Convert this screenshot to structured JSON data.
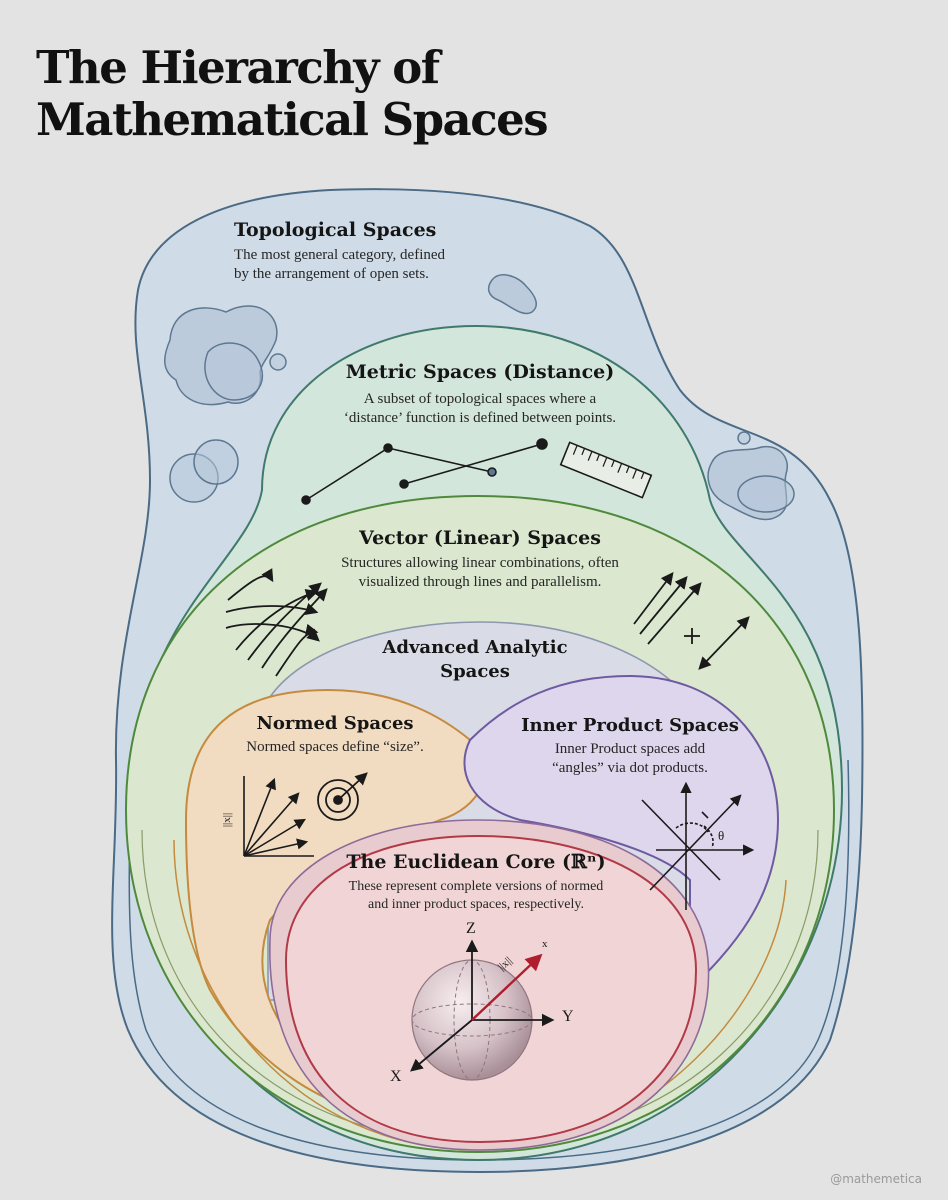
{
  "title": {
    "line1": "The Hierarchy of",
    "line2": "Mathematical Spaces"
  },
  "regions": {
    "topological": {
      "heading": "Topological Spaces",
      "desc1": "The most general category, defined",
      "desc2": "by the arrangement of open sets.",
      "color": "#4a6a85",
      "fill": "#cfdce8"
    },
    "metric": {
      "heading": "Metric Spaces (Distance)",
      "desc1": "A subset of topological spaces where a",
      "desc2": "‘distance’ function is defined between points.",
      "color": "#3f7a6a",
      "fill": "#d3e6dc"
    },
    "vector": {
      "heading": "Vector (Linear) Spaces",
      "desc1": "Structures allowing linear combinations, often",
      "desc2": "visualized through lines and parallelism.",
      "color": "#4f8a3c",
      "fill": "#dbe8cf"
    },
    "analytic": {
      "heading1": "Advanced Analytic",
      "heading2": "Spaces",
      "color": "#8d97ad",
      "fill": "#d9dce6"
    },
    "normed": {
      "heading": "Normed Spaces",
      "desc1": "Normed spaces define “size”.",
      "icon_label": "||x||",
      "color": "#c58a3e",
      "fill": "#f1dcc1"
    },
    "inner": {
      "heading": "Inner Product Spaces",
      "desc1": "Inner Product spaces add",
      "desc2": "“angles” via dot products.",
      "angle_label": "θ",
      "color": "#6e5aa0",
      "fill": "#ded6ec"
    },
    "euclidean": {
      "heading": "The Euclidean Core (ℝⁿ)",
      "desc1": "These represent complete versions of normed",
      "desc2": "and inner product spaces, respectively.",
      "axis_z": "Z",
      "axis_y": "Y",
      "axis_x": "X",
      "vector_label": "||x||",
      "vector_end": "x",
      "color": "#b23a48",
      "fill": "#f1d5d6",
      "vector_color": "#b01e2e"
    }
  },
  "watermark": "@mathemetica"
}
